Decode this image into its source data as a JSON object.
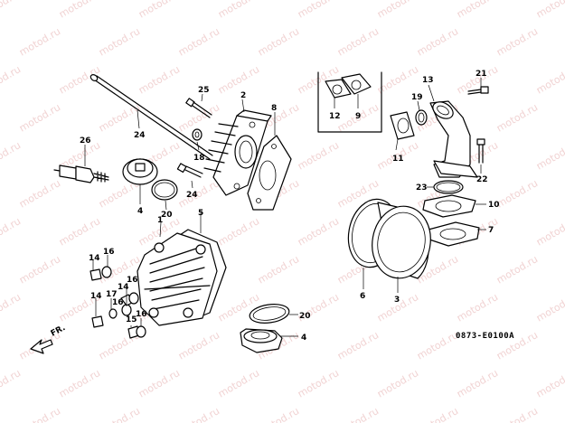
{
  "watermark": "motod.ru",
  "diagram_code": "0873-E0100A",
  "direction_label": "FR.",
  "callouts": [
    "1",
    "2",
    "3",
    "4",
    "4",
    "5",
    "6",
    "7",
    "8",
    "9",
    "10",
    "11",
    "12",
    "13",
    "14",
    "14",
    "14",
    "15",
    "16",
    "16",
    "16",
    "16",
    "17",
    "18",
    "19",
    "20",
    "20",
    "21",
    "22",
    "23",
    "24",
    "24",
    "25",
    "26"
  ]
}
